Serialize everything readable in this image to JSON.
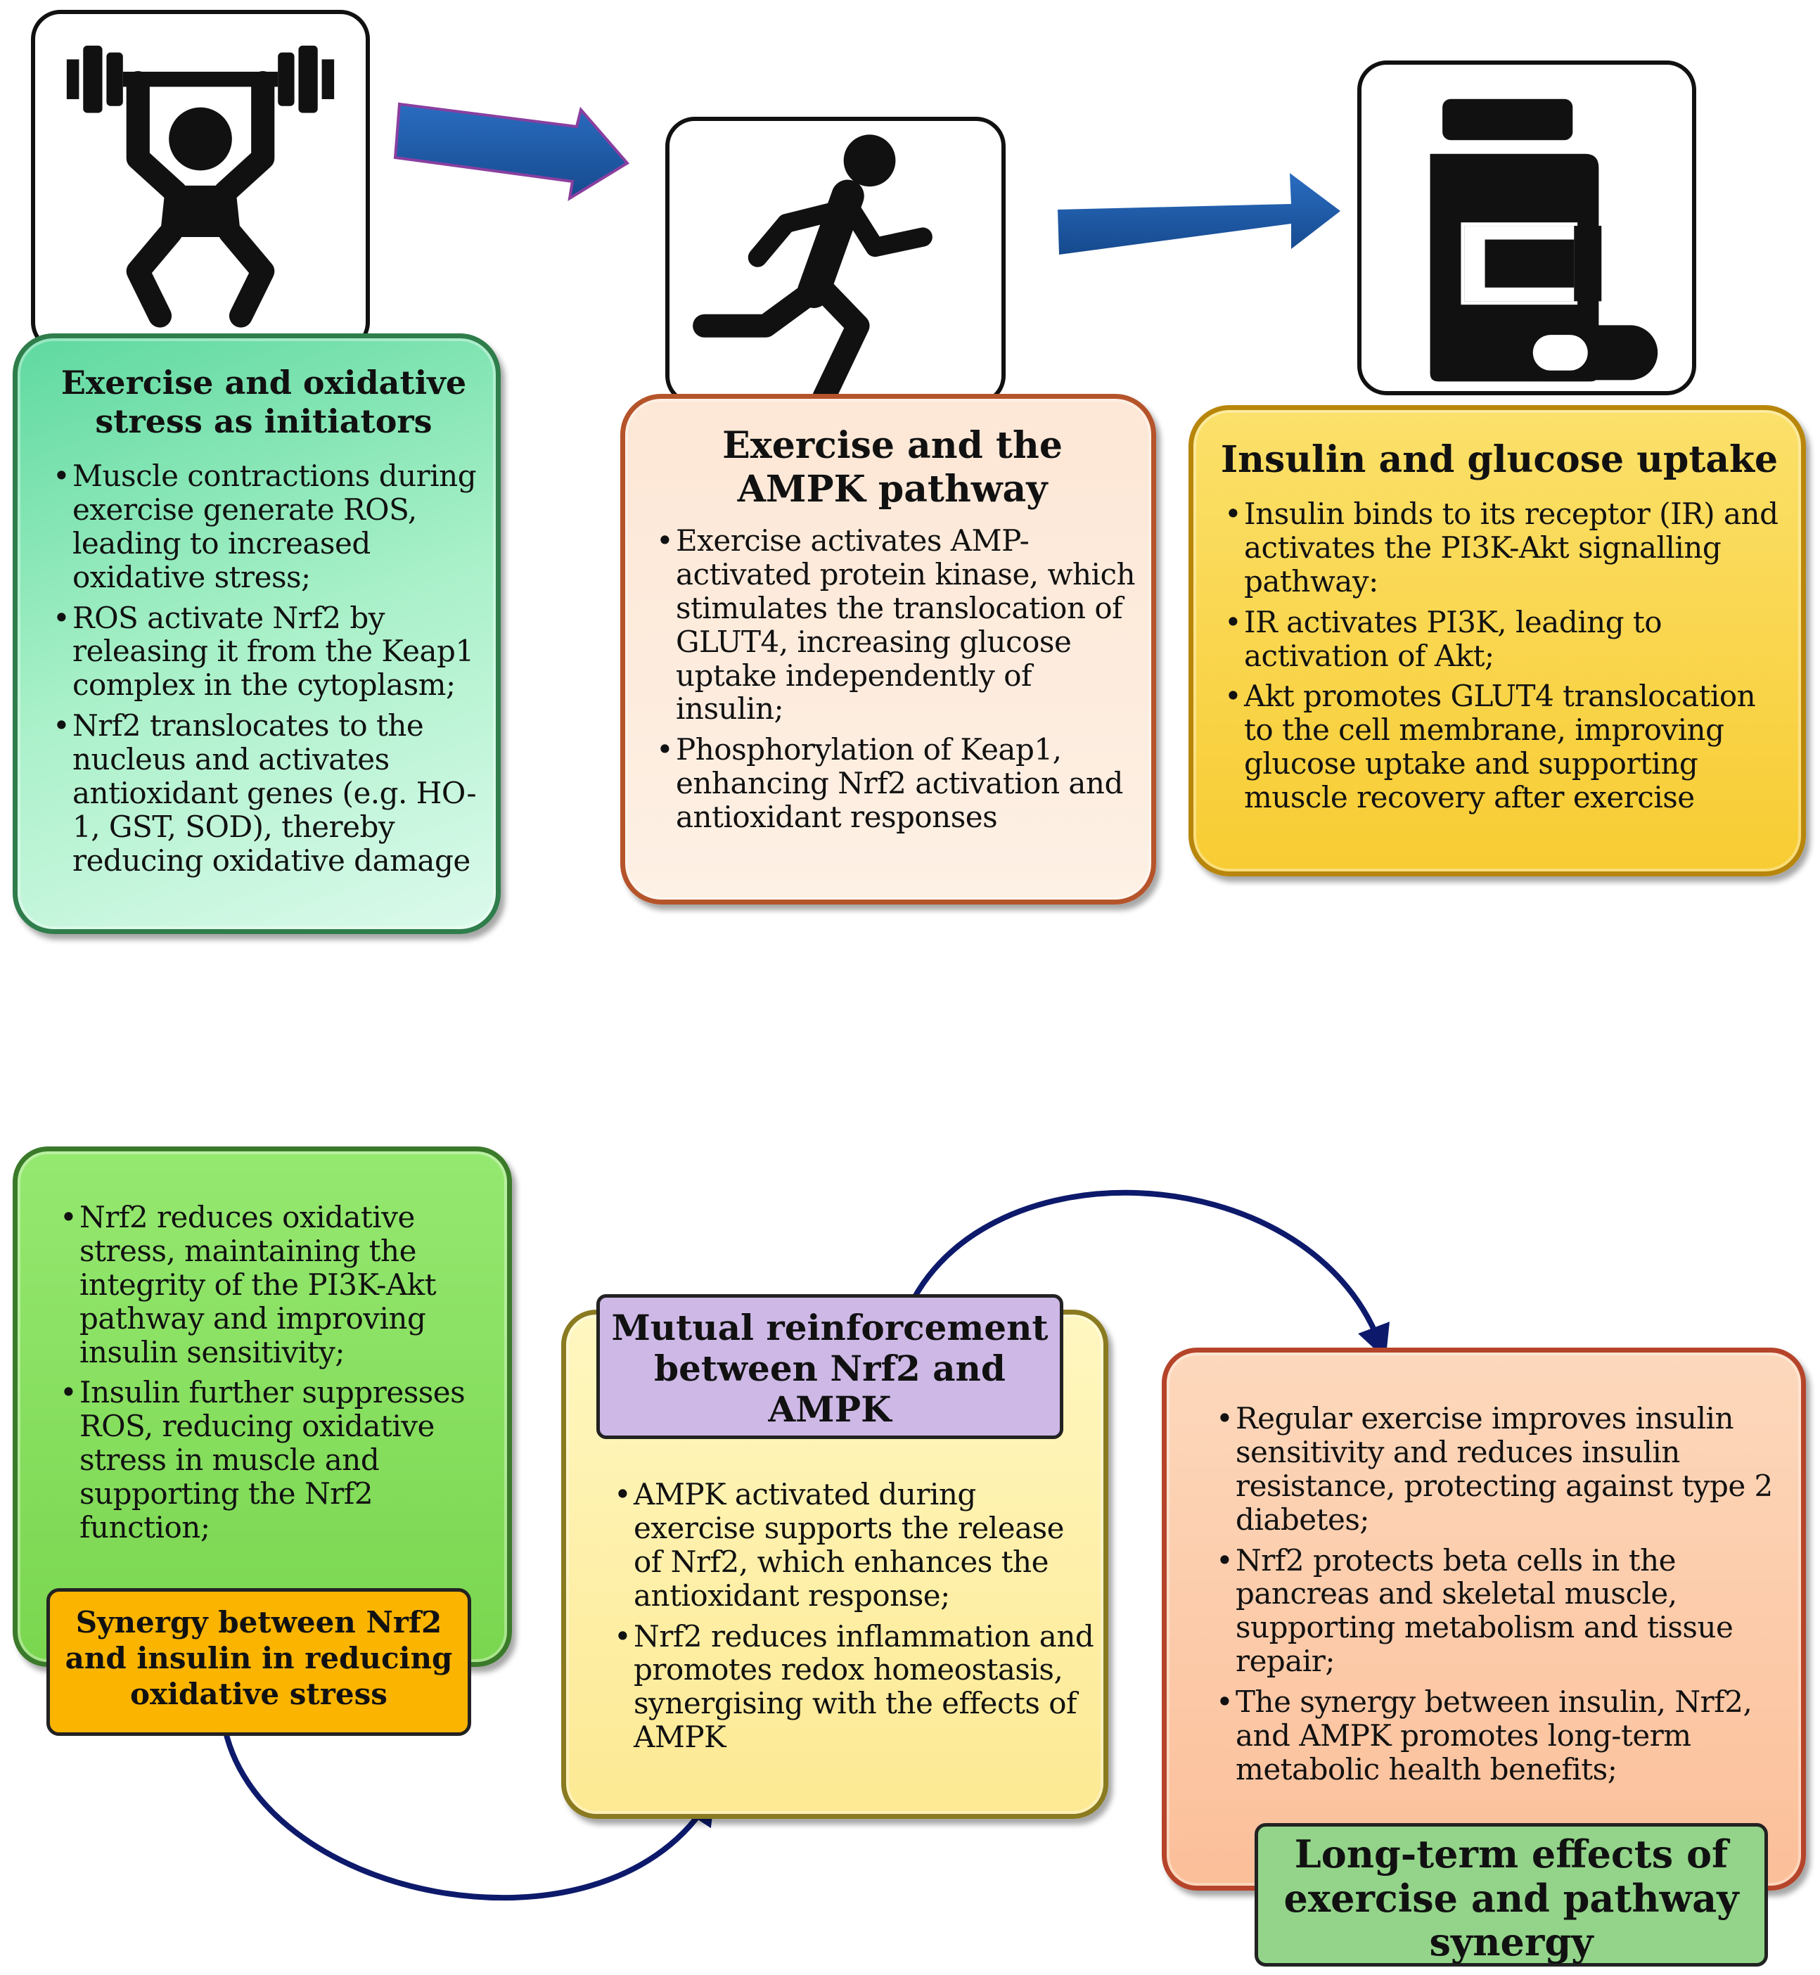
{
  "top": {
    "box1": {
      "title": "Exercise and oxidative stress as initiators",
      "points": [
        "Muscle contractions during exercise generate ROS, leading to increased oxidative stress;",
        "ROS activate Nrf2 by releasing it from the Keap1 complex in the cytoplasm;",
        "Nrf2 translocates to the nucleus and activates antioxidant genes (e.g. HO-1, GST, SOD), thereby reducing oxidative damage"
      ]
    },
    "box2": {
      "title": "Exercise and the AMPK pathway",
      "points": [
        "Exercise activates AMP-activated protein kinase, which stimulates the translocation of GLUT4, increasing glucose uptake independently of insulin;",
        "Phosphorylation of Keap1, enhancing Nrf2 activation and antioxidant responses"
      ]
    },
    "box3": {
      "title": "Insulin and glucose uptake",
      "points": [
        "Insulin binds to its receptor (IR) and activates the PI3K-Akt signalling pathway:",
        "IR activates PI3K, leading to activation of Akt;",
        "Akt promotes GLUT4 translocation to the cell membrane, improving glucose uptake and supporting muscle recovery after exercise"
      ]
    }
  },
  "bottom": {
    "box4": {
      "label": "Synergy between Nrf2 and insulin in reducing oxidative stress",
      "points": [
        "Nrf2 reduces oxidative stress, maintaining the integrity of the PI3K-Akt pathway and improving insulin sensitivity;",
        "Insulin further suppresses ROS, reducing oxidative stress in muscle and supporting the Nrf2 function;"
      ]
    },
    "box5": {
      "label": "Mutual reinforcement between Nrf2 and AMPK",
      "points": [
        "AMPK activated during exercise supports the release of Nrf2, which enhances the antioxidant response;",
        "Nrf2 reduces inflammation and promotes redox homeostasis, synergising with the effects of AMPK"
      ]
    },
    "box6": {
      "label": "Long-term effects of exercise and pathway synergy",
      "points": [
        "Regular exercise improves insulin sensitivity and reduces insulin resistance, protecting against type 2 diabetes;",
        "Nrf2 protects beta cells in the pancreas and skeletal muscle, supporting metabolism and tissue repair;",
        "The synergy between insulin, Nrf2, and AMPK promotes long-term metabolic health benefits;"
      ]
    }
  },
  "icons": [
    "weightlifter-icon",
    "runner-icon",
    "medicine-bottle-icon"
  ],
  "colors": {
    "green_box": "#a8f0c8",
    "peach_box": "#fde7d6",
    "yellow_box": "#fbd64a",
    "lime_box": "#86e05a",
    "light_yellow_box": "#fdf2a8",
    "salmon_box": "#fbc9a6",
    "orange_label": "#fbb400",
    "purple_label": "#cdb8e6",
    "green_label": "#93d48a",
    "arrow_blue": "#1f5fae",
    "curve_navy": "#0d1a6b"
  }
}
